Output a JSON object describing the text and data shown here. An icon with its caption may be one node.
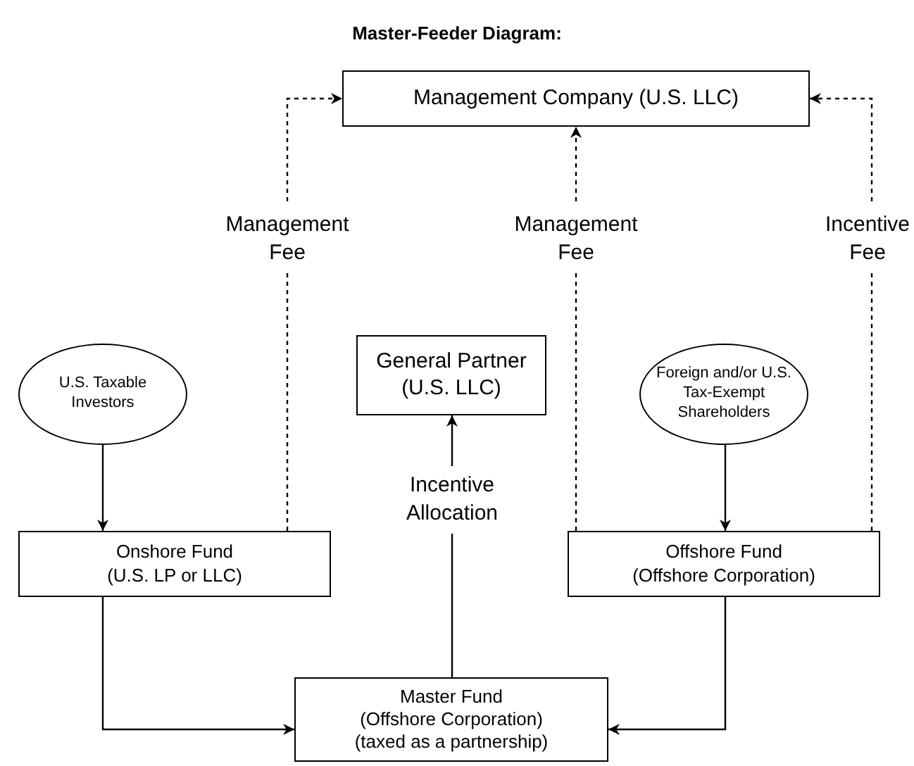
{
  "diagram": {
    "title": "Master-Feeder Diagram:",
    "nodes": [
      {
        "text": [
          "Management Company (U.S. LLC)"
        ]
      },
      {
        "text": [
          "U.S. Taxable Investors"
        ]
      },
      {
        "text": [
          "General Partner (U.S. LLC)"
        ]
      },
      {
        "text": [
          "Foreign and/or U.S. Tax-Exempt Shareholders"
        ]
      },
      {
        "text": [
          "Onshore Fund",
          "(U.S. LP or LLC)"
        ]
      },
      {
        "text": [
          "Offshore Fund",
          "(Offshore Corporation)"
        ]
      },
      {
        "text": [
          "Master Fund",
          "(Offshore Corporation) (taxed as a partnership)"
        ]
      }
    ],
    "edges": [
      {
        "from": 4,
        "to": 0,
        "arrow": "to",
        "label": "Management Fee",
        "style": "dashed"
      },
      {
        "from": 5,
        "to": 0,
        "arrow": "to",
        "label": "Management Fee",
        "style": "dashed"
      },
      {
        "from": 5,
        "to": 0,
        "arrow": "to",
        "label": "Incentive Fee",
        "style": "dashed"
      },
      {
        "from": 1,
        "to": 4,
        "arrow": "to"
      },
      {
        "from": 3,
        "to": 5,
        "arrow": "to"
      },
      {
        "from": 6,
        "to": 2,
        "arrow": "to",
        "label": "Incentive Allocation"
      },
      {
        "from": 4,
        "to": 6,
        "arrow": "to"
      },
      {
        "from": 5,
        "to": 6,
        "arrow": "to"
      }
    ]
  }
}
